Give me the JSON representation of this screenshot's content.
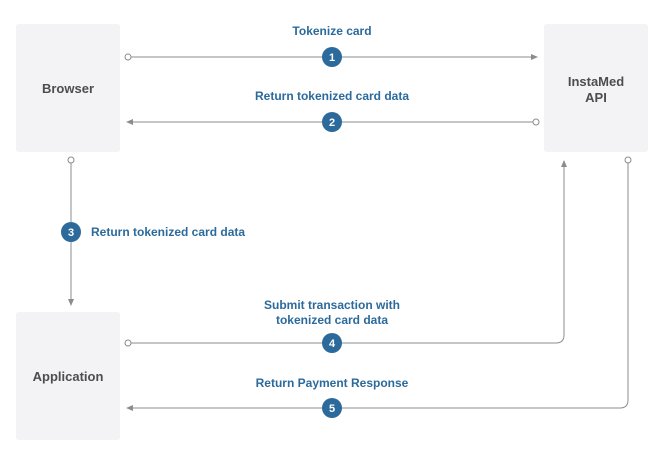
{
  "nodes": {
    "browser": "Browser",
    "api_line1": "InstaMed",
    "api_line2": "API",
    "application": "Application"
  },
  "steps": [
    {
      "number": "1",
      "label": "Tokenize card"
    },
    {
      "number": "2",
      "label": "Return tokenized card data"
    },
    {
      "number": "3",
      "label": "Return tokenized card data"
    },
    {
      "number": "4",
      "label_line1": "Submit transaction with",
      "label_line2": "tokenized card data"
    },
    {
      "number": "5",
      "label": "Return Payment Response"
    }
  ],
  "colors": {
    "accent": "#2b6a9b",
    "node_fill": "#f3f3f5",
    "node_text": "#4d4d4f",
    "line": "#8c8c8c"
  }
}
